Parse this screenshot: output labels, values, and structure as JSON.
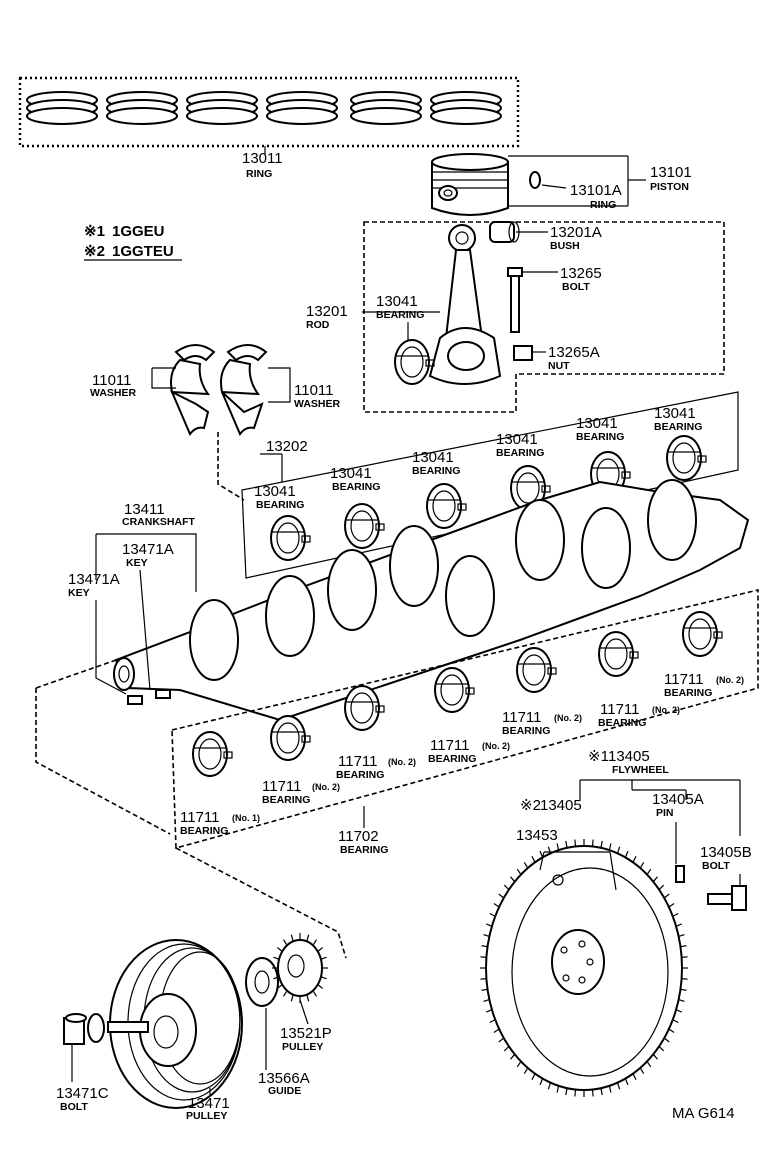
{
  "legend": {
    "mark1": "※1",
    "engine1": "1GGEU",
    "mark2": "※2",
    "engine2": "1GGTEU"
  },
  "parts": {
    "ring_set": {
      "number": "13011",
      "name": "RING"
    },
    "piston": {
      "number": "13101",
      "name": "PISTON"
    },
    "piston_ring": {
      "number": "13101A",
      "name": "RING"
    },
    "bush": {
      "number": "13201A",
      "name": "BUSH"
    },
    "rod_bolt": {
      "number": "13265",
      "name": "BOLT"
    },
    "rod": {
      "number": "13201",
      "name": "ROD"
    },
    "rod_bearing": {
      "number": "13041",
      "name": "BEARING"
    },
    "rod_nut": {
      "number": "13265A",
      "name": "NUT"
    },
    "washer_left": {
      "number": "11011",
      "name": "WASHER"
    },
    "washer_right": {
      "number": "11011",
      "name": "WASHER"
    },
    "rod_bearing_set": {
      "number": "13202"
    },
    "rod_bearing_1": {
      "number": "13041",
      "name": "BEARING"
    },
    "rod_bearing_2": {
      "number": "13041",
      "name": "BEARING"
    },
    "rod_bearing_3": {
      "number": "13041",
      "name": "BEARING"
    },
    "rod_bearing_4": {
      "number": "13041",
      "name": "BEARING"
    },
    "rod_bearing_5": {
      "number": "13041",
      "name": "BEARING"
    },
    "rod_bearing_6": {
      "number": "13041",
      "name": "BEARING"
    },
    "crankshaft": {
      "number": "13411",
      "name": "CRANKSHAFT"
    },
    "key_a": {
      "number": "13471A",
      "name": "KEY"
    },
    "key_b": {
      "number": "13471A",
      "name": "KEY"
    },
    "main_bearing_1": {
      "number": "11711",
      "suffix": "(No. 1)",
      "name": "BEARING"
    },
    "main_bearing_2": {
      "number": "11711",
      "suffix": "(No. 2)",
      "name": "BEARING"
    },
    "main_bearing_3": {
      "number": "11711",
      "suffix": "(No. 2)",
      "name": "BEARING"
    },
    "main_bearing_4": {
      "number": "11711",
      "suffix": "(No. 2)",
      "name": "BEARING"
    },
    "main_bearing_5": {
      "number": "11711",
      "suffix": "(No. 2)",
      "name": "BEARING"
    },
    "main_bearing_6": {
      "number": "11711",
      "suffix": "(No. 2)",
      "name": "BEARING"
    },
    "main_bearing_7": {
      "number": "11711",
      "suffix": "(No. 2)",
      "name": "BEARING"
    },
    "main_bearing_set": {
      "number": "11702",
      "name": "BEARING"
    },
    "flywheel_1": {
      "mark": "※1",
      "number": "13405",
      "name": "FLYWHEEL"
    },
    "flywheel_2": {
      "mark": "※2",
      "number": "13405"
    },
    "ring_gear": {
      "number": "13453"
    },
    "pin": {
      "number": "13405A",
      "name": "PIN"
    },
    "flywheel_bolt": {
      "number": "13405B",
      "name": "BOLT"
    },
    "sprocket": {
      "number": "13521P",
      "name": "PULLEY"
    },
    "guide": {
      "number": "13566A",
      "name": "GUIDE"
    },
    "pulley": {
      "number": "13471",
      "name": "PULLEY"
    },
    "pulley_bolt": {
      "number": "13471C",
      "name": "BOLT"
    }
  },
  "diagram_code": "MA G614"
}
